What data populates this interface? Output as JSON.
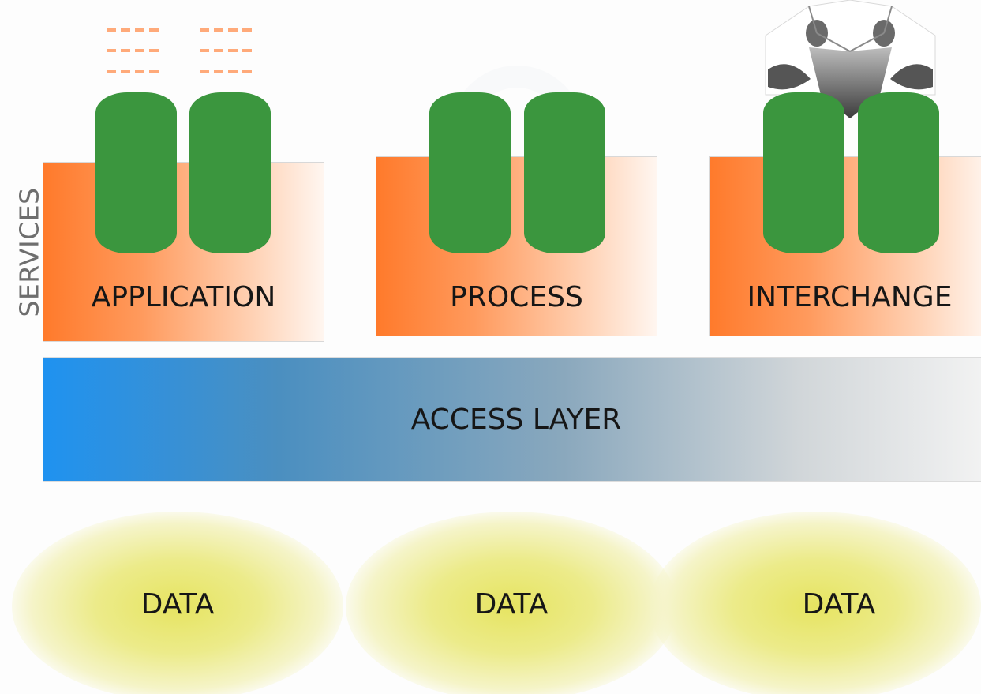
{
  "services_label": "SERVICES",
  "blocks": [
    {
      "label": "APPLICATION"
    },
    {
      "label": "PROCESS"
    },
    {
      "label": "INTERCHANGE"
    }
  ],
  "access_layer": {
    "label": "ACCESS LAYER"
  },
  "data": [
    {
      "label": "DATA"
    },
    {
      "label": "DATA"
    },
    {
      "label": "DATA"
    }
  ],
  "colors": {
    "service_orange": "#ff7a2b",
    "pill_green": "#3b963e",
    "access_blue": "#1f92f0",
    "data_yellow": "#e6e461"
  },
  "icons": {
    "application": "signal-dashes-icon",
    "process": "loop-arc-icon",
    "interchange": "mesh-network-icon"
  }
}
